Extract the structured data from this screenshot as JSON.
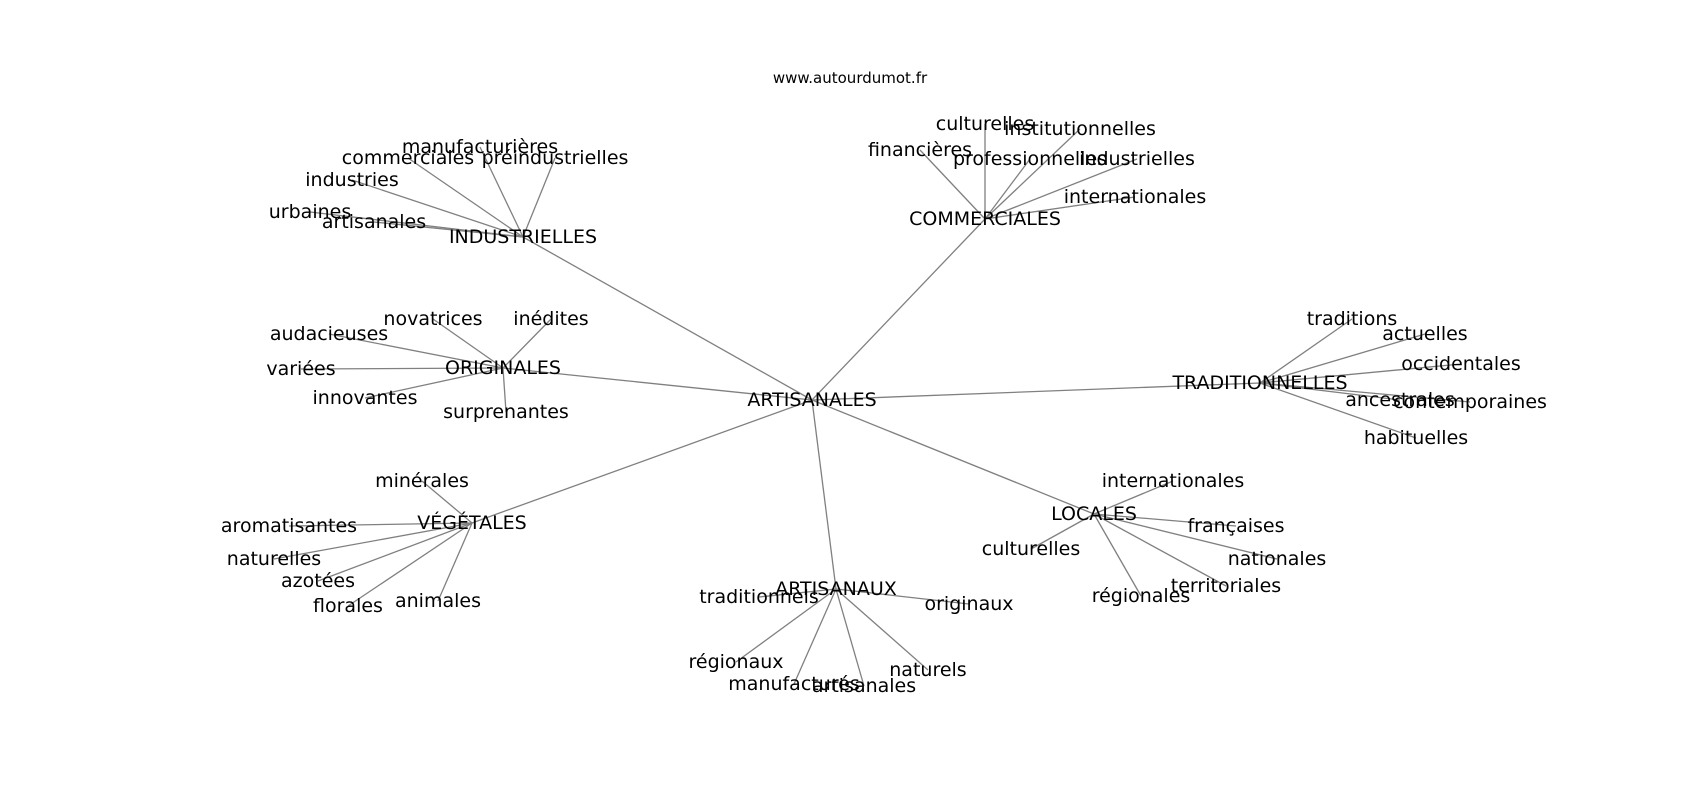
{
  "source": "www.autourdumot.fr",
  "root": "ARTISANALES",
  "clusters": [
    {
      "label": "INDUSTRIELLES",
      "words": [
        "manufacturières",
        "commerciales",
        "préindustrielles",
        "industries",
        "urbaines",
        "artisanales"
      ]
    },
    {
      "label": "COMMERCIALES",
      "words": [
        "culturelles",
        "institutionnelles",
        "financières",
        "professionnelles",
        "industrielles",
        "internationales"
      ]
    },
    {
      "label": "ORIGINALES",
      "words": [
        "novatrices",
        "inédites",
        "audacieuses",
        "variées",
        "innovantes",
        "surprenantes"
      ]
    },
    {
      "label": "TRADITIONNELLES",
      "words": [
        "traditions",
        "actuelles",
        "occidentales",
        "ancestrales",
        "contemporaines",
        "habituelles"
      ]
    },
    {
      "label": "VÉGÉTALES",
      "words": [
        "minérales",
        "aromatisantes",
        "naturelles",
        "azotées",
        "florales",
        "animales"
      ]
    },
    {
      "label": "LOCALES",
      "words": [
        "internationales",
        "culturelles",
        "françaises",
        "nationales",
        "régionales",
        "territoriales"
      ]
    },
    {
      "label": "ARTISANAUX",
      "words": [
        "traditionnels",
        "originaux",
        "régionaux",
        "manufacturés",
        "artisanales",
        "naturels"
      ]
    }
  ]
}
